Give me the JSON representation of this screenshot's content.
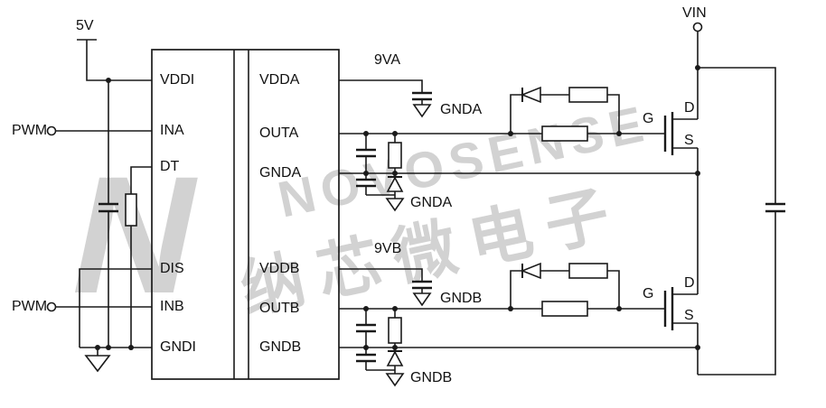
{
  "diagram": {
    "background_color": "#ffffff",
    "line_color": "#1a1a1a",
    "watermark_color": "#d2d2d2"
  },
  "labels": {
    "supply_5v": "5V",
    "pwm_a": "PWM",
    "pwm_b": "PWM",
    "vin": "VIN",
    "rail_9va": "9VA",
    "rail_9vb": "9VB",
    "gnda_bypass": "GNDA",
    "gnda_local": "GNDA",
    "gndb_bypass": "GNDB",
    "gndb_local": "GNDB",
    "gate_a": "G",
    "drain_a": "D",
    "source_a": "S",
    "gate_b": "G",
    "drain_b": "D",
    "source_b": "S"
  },
  "ic": {
    "left_pins": [
      "VDDI",
      "INA",
      "DT",
      "DIS",
      "INB",
      "GNDI"
    ],
    "right_pins": [
      "VDDA",
      "OUTA",
      "GNDA",
      "VDDB",
      "OUTB",
      "GNDB"
    ]
  },
  "watermark": {
    "logo": "N",
    "brand": "NOVOSENSE",
    "brand_cn": "纳芯微电子"
  }
}
